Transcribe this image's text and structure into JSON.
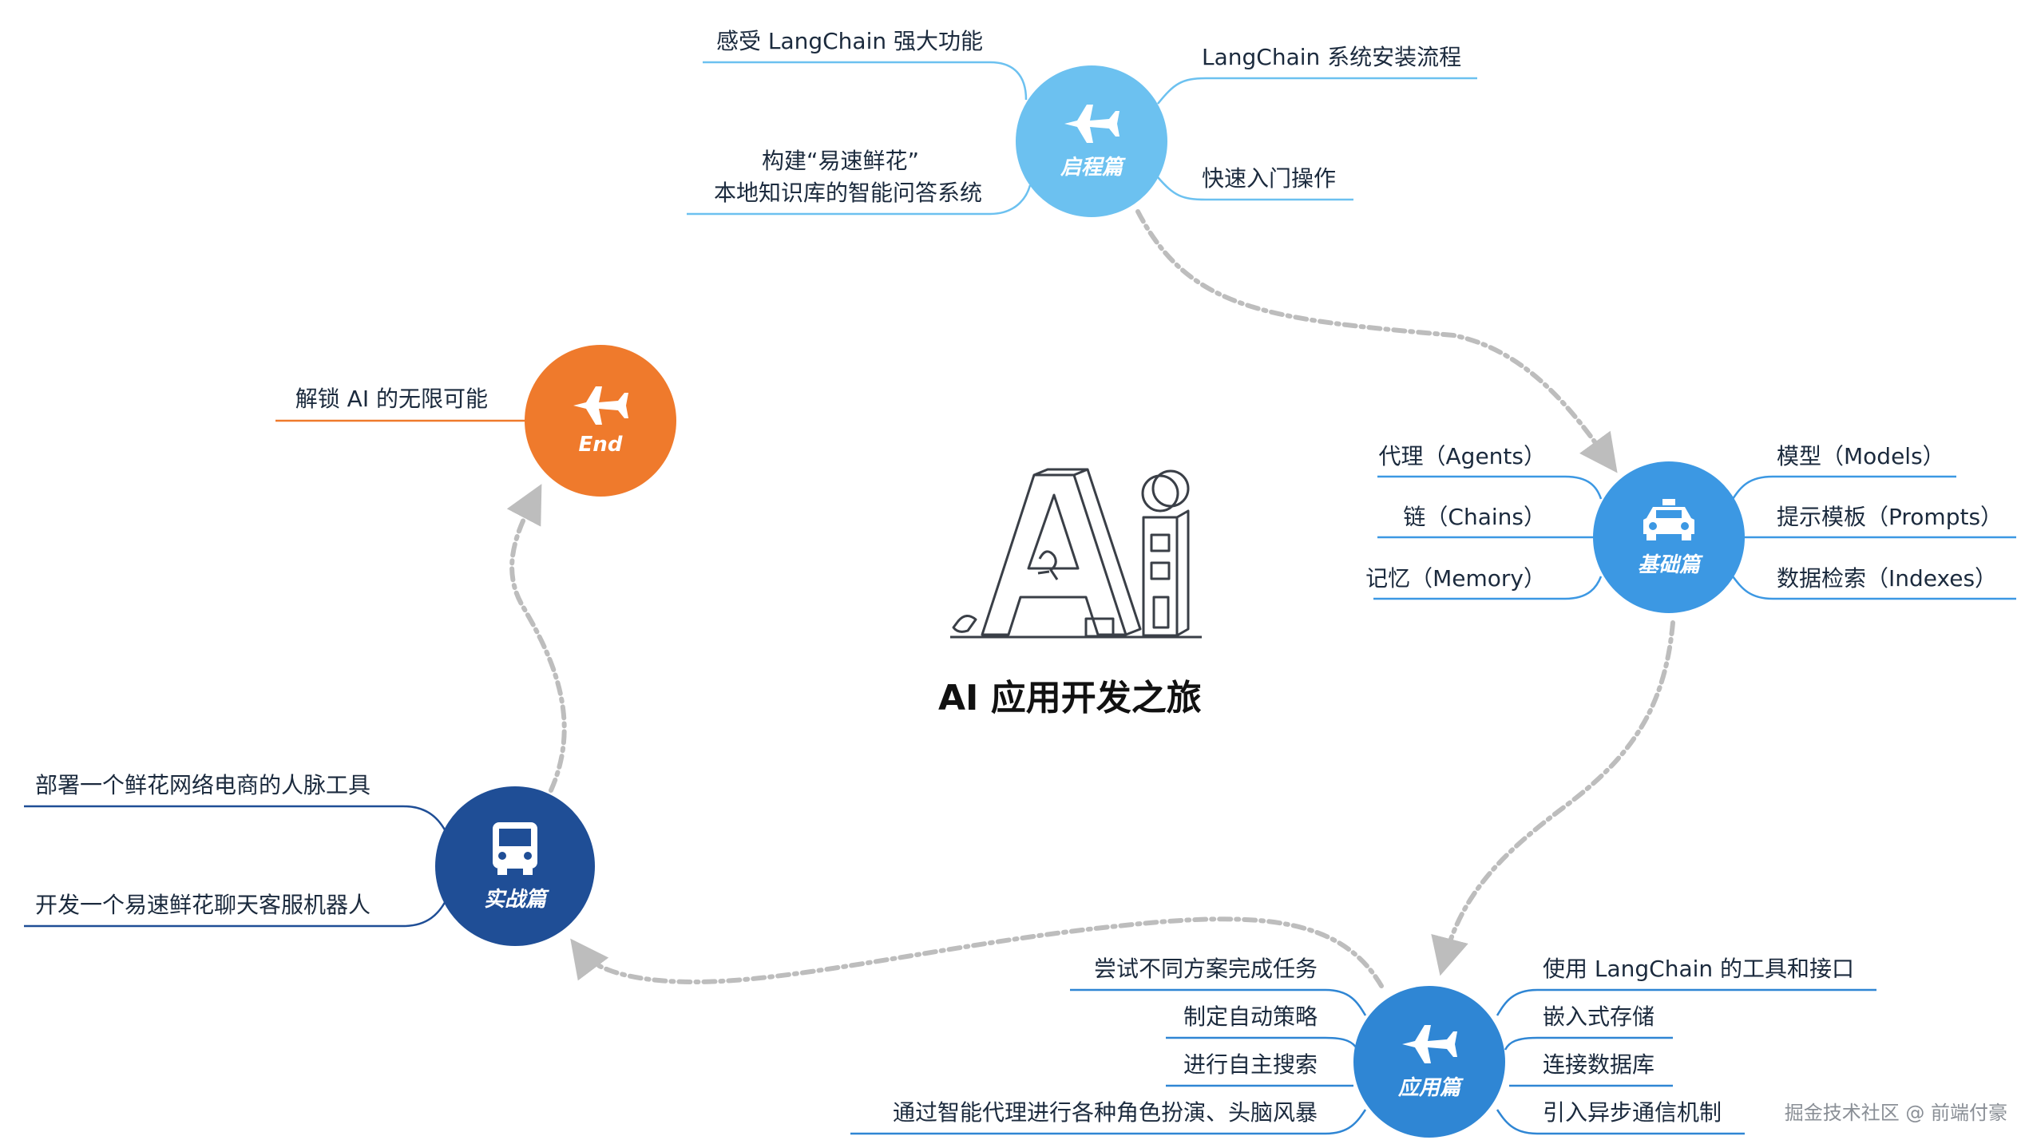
{
  "title": "AI 应用开发之旅",
  "watermark": "掘金技术社区 @ 前端付豪",
  "colors": {
    "light_blue": "#6cc1f0",
    "mid_blue": "#3c98e3",
    "app_blue": "#2f86d4",
    "navy": "#1f4e96",
    "orange": "#ef7a2c",
    "connector": "#bdbdbd",
    "text": "#1b2a3d"
  },
  "nodes": {
    "qicheng": {
      "name": "启程篇",
      "icon": "airplane-icon",
      "items": [
        "感受 LangChain 强大功能",
        "LangChain 系统安装流程",
        "构建“易速鲜花”",
        "本地知识库的智能问答系统",
        "快速入门操作"
      ]
    },
    "jichu": {
      "name": "基础篇",
      "icon": "car-icon",
      "items": [
        "代理（Agents）",
        "链（Chains）",
        "记忆（Memory）",
        "模型（Models）",
        "提示模板（Prompts）",
        "数据检索（Indexes）"
      ]
    },
    "yingyong": {
      "name": "应用篇",
      "icon": "airplane-icon",
      "items": [
        "尝试不同方案完成任务",
        "制定自动策略",
        "进行自主搜索",
        "通过智能代理进行各种角色扮演、头脑风暴",
        "使用 LangChain 的工具和接口",
        "嵌入式存储",
        "连接数据库",
        "引入异步通信机制"
      ]
    },
    "shizhan": {
      "name": "实战篇",
      "icon": "bus-icon",
      "items": [
        "部署一个鲜花网络电商的人脉工具",
        "开发一个易速鲜花聊天客服机器人"
      ]
    },
    "end": {
      "name": "End",
      "icon": "airplane-icon",
      "items": [
        "解锁 AI 的无限可能"
      ]
    }
  }
}
